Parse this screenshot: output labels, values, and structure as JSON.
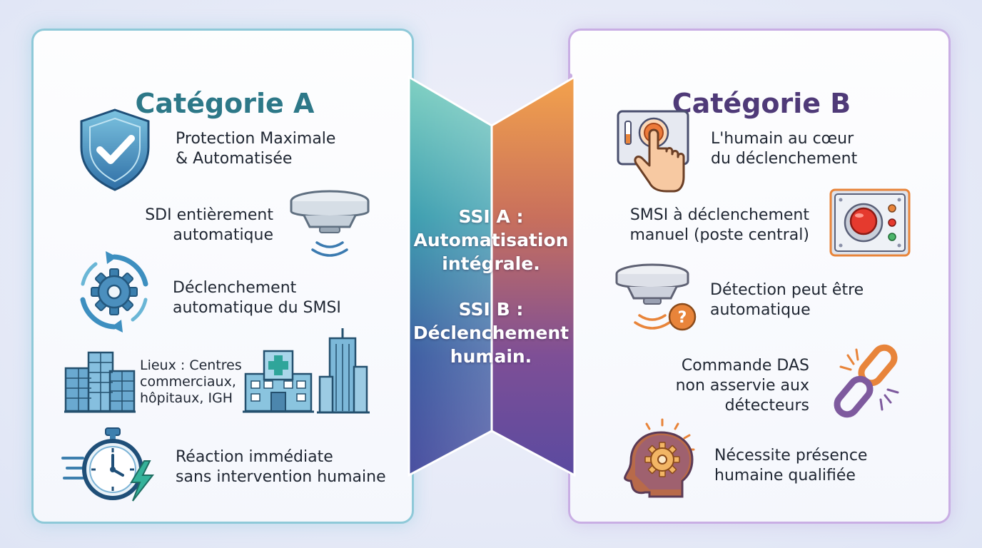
{
  "category_a": {
    "title": "Catégorie A",
    "items": [
      {
        "icon": "shield-check-icon",
        "label_l1": "Protection Maximale",
        "label_l2": "& Automatisée"
      },
      {
        "icon": "smoke-detector-icon",
        "label_l1": "SDI entièrement",
        "label_l2": "automatique"
      },
      {
        "icon": "gear-cycle-icon",
        "label_l1": "Déclenchement",
        "label_l2": "automatique du SMSI"
      },
      {
        "icon": "buildings-icon",
        "label_l1": "Lieux : Centres",
        "label_l2": "commerciaux,",
        "label_l3": "hôpitaux, IGH"
      },
      {
        "icon": "stopwatch-lightning-icon",
        "label_l1": "Réaction immédiate",
        "label_l2": "sans intervention humaine"
      }
    ]
  },
  "center": {
    "ssi_a_l1": "SSI A :",
    "ssi_a_l2": "Automatisation",
    "ssi_a_l3": "intégrale.",
    "ssi_b_l1": "SSI B :",
    "ssi_b_l2": "Déclenchement",
    "ssi_b_l3": "humain."
  },
  "category_b": {
    "title": "Catégorie B",
    "items": [
      {
        "icon": "hand-press-button-icon",
        "label_l1": "L'humain au cœur",
        "label_l2": "du déclenchement"
      },
      {
        "icon": "control-panel-icon",
        "label_l1": "SMSI à déclenchement",
        "label_l2": "manuel (poste central)"
      },
      {
        "icon": "smoke-detector-question-icon",
        "label_l1": "Détection peut être",
        "label_l2": "automatique"
      },
      {
        "icon": "broken-chain-icon",
        "label_l1": "Commande DAS",
        "label_l2": "non asservie aux",
        "label_l3": "détecteurs"
      },
      {
        "icon": "head-gear-icon",
        "label_l1": "Nécessite présence",
        "label_l2": "humaine qualifiée"
      }
    ]
  },
  "colors": {
    "teal": "#2d7888",
    "purple": "#4f3a78",
    "orange": "#e8843a",
    "blue": "#3d6ea8"
  }
}
